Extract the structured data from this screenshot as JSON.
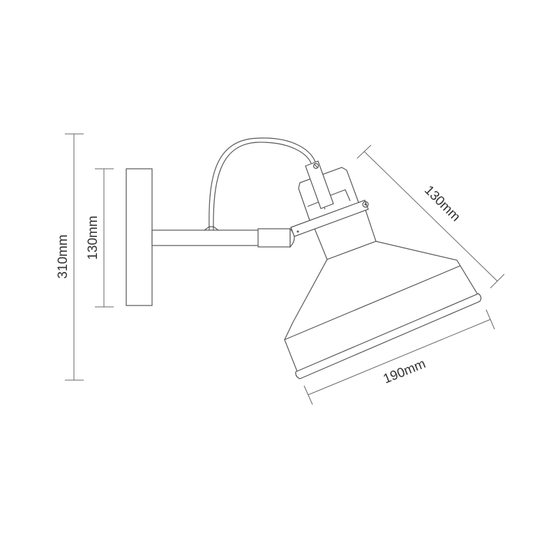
{
  "diagram": {
    "subject": "Wall lamp dimension drawing",
    "dimensions": {
      "overall_height": "310mm",
      "backplate_height": "130mm",
      "shade_height": "130mm",
      "shade_diameter": "190mm"
    },
    "colors": {
      "line": "#555555",
      "dimension_line": "#666666",
      "text": "#333333",
      "background": "#ffffff"
    }
  }
}
